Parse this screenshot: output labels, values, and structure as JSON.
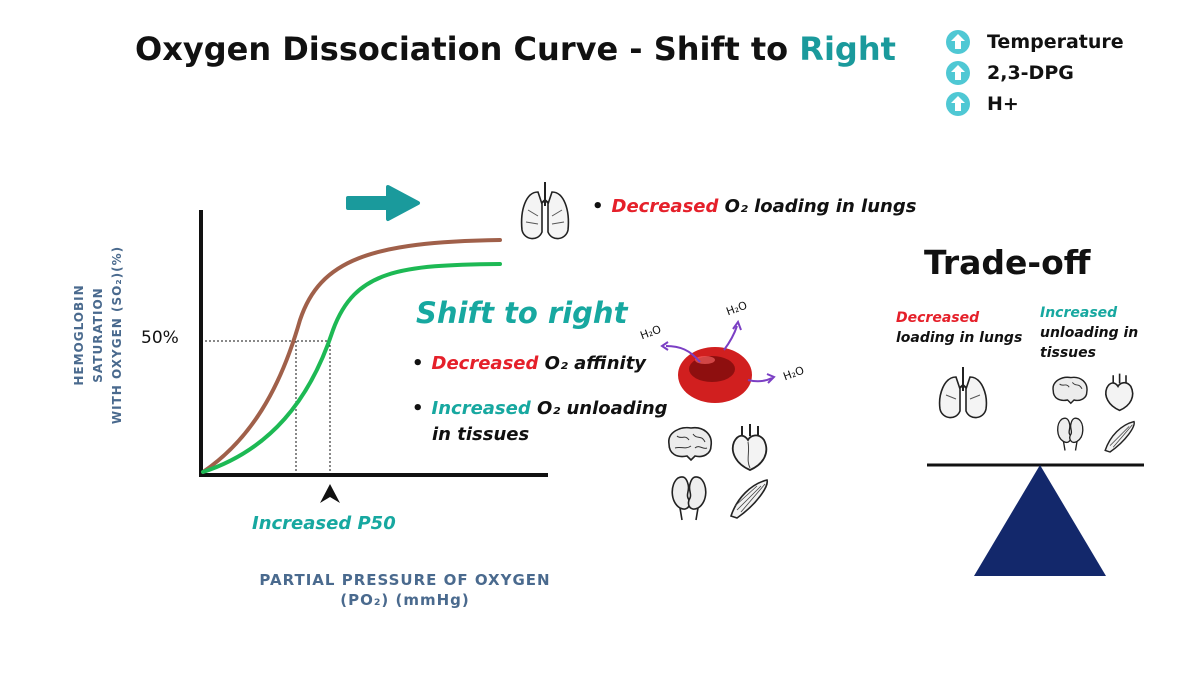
{
  "title": {
    "prefix": "Oxygen Dissociation Curve - Shift to ",
    "highlight": "Right"
  },
  "factors": [
    {
      "icon": "up-arrow-icon",
      "label": "Temperature"
    },
    {
      "icon": "up-arrow-icon",
      "label": "2,3-DPG"
    },
    {
      "icon": "up-arrow-icon",
      "label": "H+"
    }
  ],
  "graph": {
    "ylabel_line1": "HEMOGLOBIN SATURATION",
    "ylabel_line2": "WITH OXYGEN (SO₂)(%)",
    "xlabel_line1": "PARTIAL PRESSURE OF OXYGEN",
    "xlabel_line2": "(PO₂) (mmHg)",
    "fifty_label": "50%",
    "p50_label": "Increased P50"
  },
  "lung_note": {
    "red": "Decreased",
    "rest": " O₂ loading in lungs"
  },
  "shift": {
    "title": "Shift to right",
    "bullet1_colored": "Decreased",
    "bullet1_rest": " O₂ affinity",
    "bullet2_colored": "Increased",
    "bullet2_rest": " O₂ unloading",
    "bullet2_line2": "in tissues"
  },
  "h2o_labels": [
    "H₂O",
    "H₂O",
    "H₂O"
  ],
  "tradeoff": {
    "title": "Trade-off",
    "left_colored": "Decreased",
    "left_rest": "loading in lungs",
    "right_colored": "Increased",
    "right_rest1": "unloading in",
    "right_rest2": "tissues"
  },
  "colors": {
    "teal": "#1a9a9c",
    "red": "#e5202a",
    "brown_curve": "#a0604a",
    "green_curve": "#1db954",
    "fulcrum": "#13286b",
    "factor_icon": "#4fc8d4"
  }
}
